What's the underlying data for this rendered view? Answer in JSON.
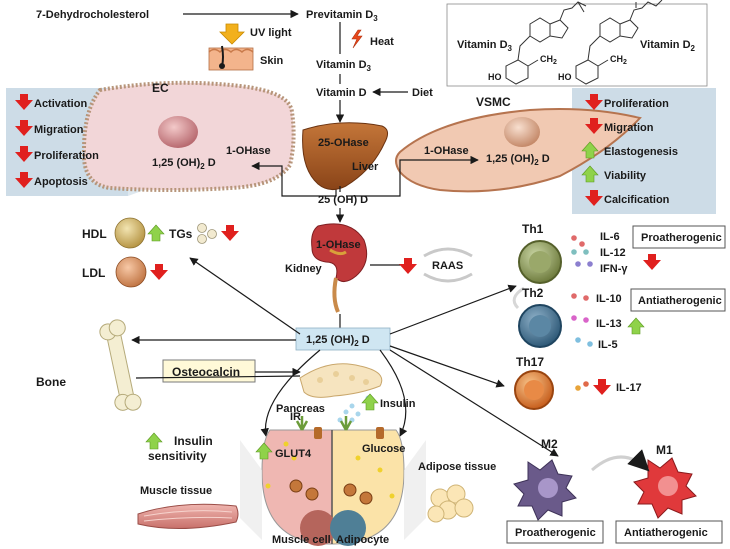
{
  "colors": {
    "down_arrow": "#e0201e",
    "up_arrow": "#8fd24a",
    "center_box": "#cfe6f2",
    "panel": "#c8d8e4",
    "ec_cell": "#f2d6d8",
    "vsmc_cell": "#f1c9b2",
    "liver": "#a4582a",
    "kidney": "#c0393b",
    "osteocalcin_box": "#fff9d8"
  },
  "pathway": {
    "dehydro": "7-Dehydrocholesterol",
    "previtamin": "Previtamin D",
    "previtamin_sub": "3",
    "uv": "UV light",
    "skin": "Skin",
    "heat": "Heat",
    "vitd3": "Vitamin D",
    "vitd3_sub": "3",
    "vitd": "Vitamin D",
    "diet": "Diet",
    "ohase25": "25-OHase",
    "liver": "Liver",
    "oh25d": "25 (OH) D",
    "ohase1": "1-OHase",
    "kidney": "Kidney",
    "raas": "RAAS",
    "center": "1,25 (OH)",
    "center_sub": "2",
    "center_end": " D"
  },
  "structure_box": {
    "vitd3_label": "Vitamin D",
    "vitd3_sub": "3",
    "vitd2_label": "Vitamin D",
    "vitd2_sub": "2",
    "ho1": "HO",
    "ho2": "HO",
    "ch2_1": "CH",
    "ch2_2": "CH"
  },
  "ec": {
    "title": "EC",
    "enzyme": "1-OHase",
    "product": "1,25 (OH)",
    "product_sub": "2",
    "product_end": " D",
    "effects": [
      "Activation",
      "Migration",
      "Proliferation",
      "Apoptosis"
    ],
    "effect_dirs": [
      "down",
      "down",
      "down",
      "down"
    ]
  },
  "vsmc": {
    "title": "VSMC",
    "enzyme": "1-OHase",
    "product": "1,25 (OH)",
    "product_sub": "2",
    "product_end": " D",
    "effects": [
      "Proliferation",
      "Migration",
      "Elastogenesis",
      "Viability",
      "Calcification"
    ],
    "effect_dirs": [
      "down",
      "down",
      "up",
      "up",
      "down"
    ]
  },
  "lipids": {
    "hdl": "HDL",
    "tgs": "TGs",
    "ldl": "LDL"
  },
  "t_cells": {
    "th1": "Th1",
    "th1_cytokines": [
      "IL-6",
      "IL-12",
      "IFN-γ"
    ],
    "th1_box": "Proatherogenic",
    "th2": "Th2",
    "th2_cytokines": [
      "IL-10",
      "IL-13",
      "IL-5"
    ],
    "th2_box": "Antiatherogenic",
    "th17": "Th17",
    "th17_cytokine": "IL-17"
  },
  "bone": {
    "label": "Bone",
    "osteocalcin": "Osteocalcin"
  },
  "pancreas": {
    "label": "Pancreas",
    "insulin": "Insulin",
    "insulin_sensitivity_1": "Insulin",
    "insulin_sensitivity_2": "sensitivity"
  },
  "tissue": {
    "muscle_tissue": "Muscle tissue",
    "adipose_tissue": "Adipose tissue",
    "ir": "IR",
    "glut4": "GLUT4",
    "glucose": "Glucose",
    "muscle_cell": "Muscle cell",
    "adipocyte": "Adipocyte"
  },
  "macrophages": {
    "m2": "M2",
    "m1": "M1",
    "m2_box": "Proatherogenic",
    "m1_box": "Antiatherogenic"
  }
}
